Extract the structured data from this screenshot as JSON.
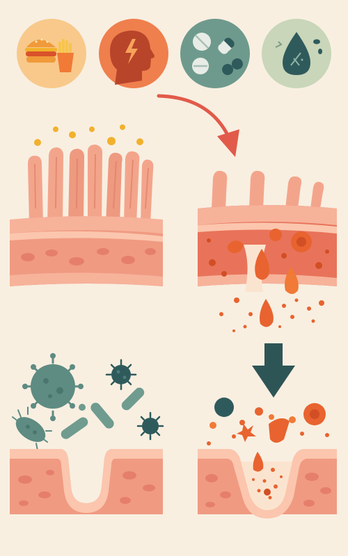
{
  "colors": {
    "background": "#f8efe1",
    "tissue_light": "#f7b29a",
    "tissue_mid": "#f09a82",
    "tissue_dark": "#e98670",
    "tissue_highlight": "#fbc6ad",
    "cell_spot": "#e57f6c",
    "villus": "#f3a58c",
    "inflammation": "#e8632f",
    "inflammation_deep": "#d24e24",
    "accent_orange": "#f07a36",
    "accent_yellow": "#f2b12c",
    "teal_dark": "#2f5a5c",
    "teal_mid": "#5e8b82",
    "teal_soft": "#6f9c8f",
    "icon_food_bg": "#f8c98b",
    "icon_stress_bg": "#ef7f4d",
    "icon_pills_bg": "#6e9a8d",
    "icon_water_bg": "#c9d6b9",
    "arrow_red": "#e25a4a",
    "arrow_teal": "#2e5556"
  },
  "icons": [
    {
      "id": "food",
      "name": "burger-fries-icon"
    },
    {
      "id": "stress",
      "name": "head-lightning-icon"
    },
    {
      "id": "medication",
      "name": "pills-capsules-icon"
    },
    {
      "id": "contaminated-water",
      "name": "water-drop-icon"
    }
  ],
  "panels": [
    {
      "id": "healthy-lining",
      "name": "healthy-intestinal-lining"
    },
    {
      "id": "inflamed-lining",
      "name": "inflamed-intestinal-lining"
    },
    {
      "id": "microbe-attack",
      "name": "microbe-exposed-lining"
    },
    {
      "id": "damaged-lining",
      "name": "eroded-intestinal-lining"
    }
  ],
  "arrows": [
    {
      "id": "curved",
      "name": "curved-arrow-icon"
    },
    {
      "id": "down",
      "name": "down-arrow-icon"
    }
  ]
}
